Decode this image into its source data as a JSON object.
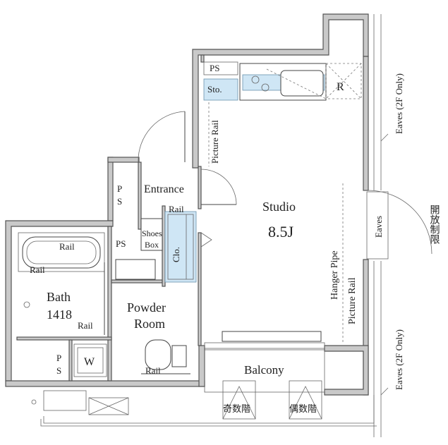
{
  "labels": {
    "ps_top": "PS",
    "sto": "Sto.",
    "r": "R",
    "picture_rail_1": "Picture Rail",
    "entrance": "Entrance",
    "ps_left": "P",
    "ps_left2": "S",
    "rail_entrance": "Rail",
    "studio": "Studio",
    "studio_size": "8.5J",
    "shoes": "Shoes",
    "box": "Box",
    "clo": "Clo.",
    "ps_mid": "PS",
    "rail_bath_top": "Rail",
    "rail_bath_left": "Rail",
    "bath": "Bath",
    "bath_size": "1418",
    "rail_bath_right": "Rail",
    "powder": "Powder",
    "room": "Room",
    "hanger_pipe": "Hanger Pipe",
    "picture_rail_2": "Picture Rail",
    "eaves_top": "Eaves (2F Only)",
    "eaves_mid": "Eaves",
    "eaves_bottom": "Eaves (2F Only)",
    "kaiho_seigen": "開放制限",
    "ps_bottom1": "P",
    "ps_bottom2": "S",
    "w": "W",
    "rail_powder": "Rail",
    "balcony": "Balcony",
    "kisuukai": "奇数階",
    "guusuukai": "偶数階"
  }
}
